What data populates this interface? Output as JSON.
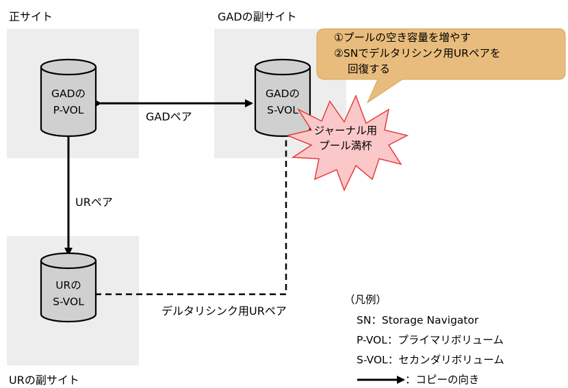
{
  "sites": {
    "primary": "正サイト",
    "gad_secondary": "GADの副サイト",
    "ur_secondary": "URの副サイト"
  },
  "volumes": {
    "gad_pvol": [
      "GADの",
      "P-VOL"
    ],
    "gad_svol": [
      "GADの",
      "S-VOL"
    ],
    "ur_svol": [
      "URの",
      "S-VOL"
    ]
  },
  "pairs": {
    "gad_pair": "GADペア",
    "ur_pair": "URペア",
    "delta_resync_pair": "デルタリシンク用URペア"
  },
  "callout": {
    "line1": "①プールの空き容量を増やす",
    "line2": "②SNでデルタリシンク用URペアを",
    "line3": "回復する"
  },
  "burst": {
    "line1": "ジャーナル用",
    "line2": "プール満杯"
  },
  "legend": {
    "title": "（凡例）",
    "sn": "SN：Storage Navigator",
    "pvol": "P-VOL：プライマリボリューム",
    "svol": "S-VOL：セカンダリボリューム",
    "arrow": "：コピーの向き"
  },
  "colors": {
    "site_fill": "#ededed",
    "cylinder_fill": "#d0d0d0",
    "callout_fill": "#e8bc7c",
    "burst_fill": "#fbc8ca",
    "burst_stroke": "#e23b3b"
  }
}
